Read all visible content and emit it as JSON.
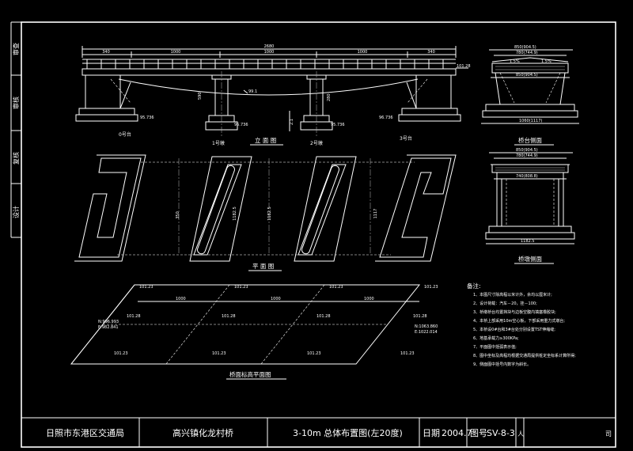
{
  "side_labels": [
    "审查",
    "审核",
    "复核",
    "设计"
  ],
  "elevation": {
    "title": "立 面 图",
    "total_length": "2680",
    "spans": [
      "340",
      "1000",
      "1000",
      "1000",
      "340"
    ],
    "deck_elevation": "101.28",
    "bottom_elevation": "99.1",
    "pier_height_1": "590",
    "pier_height_2": "280",
    "left_abutment_base": "95.736",
    "pier1_base": "95.736",
    "pier2_base": "95.736",
    "right_abutment_base": "96.736",
    "offset_note": "2.1",
    "labels": {
      "a0": "0号台",
      "p1": "1号墩",
      "p2": "2号墩",
      "a3": "3号台"
    }
  },
  "abutment_side": {
    "title": "桥台侧面",
    "top_dims": [
      "850(904.5)",
      "780(744.9)"
    ],
    "slope_left": "1.5%",
    "slope_right": "1.5%",
    "mid_dim": "850(904.5)",
    "bottom_dim": "1060(1117)"
  },
  "pier_side": {
    "title": "桥墩侧面",
    "top_dims": [
      "850(904.5)",
      "780(744.9)"
    ],
    "mid_dim": "740(808.8)",
    "bottom_dim": "1182.5"
  },
  "plan": {
    "title": "平 面 图",
    "dims": [
      "1182.5",
      "1182.5",
      "1117",
      "350"
    ]
  },
  "deck_plan": {
    "title": "桥面标高平面图",
    "top_elevations": [
      "101.23",
      "101.23",
      "101.23",
      "101.23"
    ],
    "mid_elevations": [
      "101.28",
      "101.28",
      "101.28",
      "101.28"
    ],
    "bottom_elevations": [
      "101.23",
      "101.23",
      "101.23",
      "101.23"
    ],
    "span_dims": [
      "1000",
      "1000",
      "1000"
    ],
    "left_coords": [
      "N:996.993",
      "E:982.841"
    ],
    "right_coords": [
      "N:1063.860",
      "E:1022.014"
    ]
  },
  "notes": {
    "heading": "备注:",
    "items": [
      "1、本图尺寸除高程以米计外，余均以厘米计;",
      "2、设计荷载：汽车－20，挂－100;",
      "3、桥墩桥台均置挡块与边板空腹内填塞橡胶块;",
      "4、本桥上部采用10m空心板，下部采用重力式墩台;",
      "5、本桥设0#台和3#台处分别设置TST伸缩缝;",
      "6、地基承载力≥300KPa;",
      "7、平面图中括弧表示值;",
      "8、图中坐标及高程均根据交通局提供桩定坐标系计算所得;",
      "9、侧面图中括号内数字为斜长。"
    ]
  },
  "title_block": {
    "org": "日照市东港区交通局",
    "project": "高兴镇化龙村桥",
    "drawing": "3-10m 总体布置图(左20度)",
    "date_label": "日期",
    "date": "2004.7",
    "number_label": "图号",
    "number": "SV-8-3",
    "cut_left": "人",
    "cut_right": "司"
  }
}
